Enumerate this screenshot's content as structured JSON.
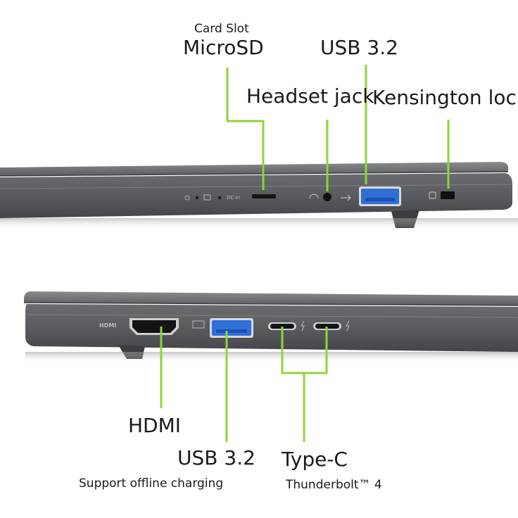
{
  "top_view": {
    "card_slot_caption": "Card Slot",
    "microsd_label": "MicroSD",
    "usb_label": "USB 3.2",
    "headset_label": "Headset jack",
    "kensington_label": "Kensington lock",
    "port_marking": "DC-in"
  },
  "bottom_view": {
    "hdmi_label": "HDMI",
    "hdmi_marking": "HDMI",
    "usb_label": "USB 3.2",
    "usb_caption": "Support offline charging",
    "typec_label": "Type-C",
    "typec_caption": "Thunderbolt™ 4"
  },
  "colors": {
    "callout_line": "#8fd436",
    "chassis": "#5f6063",
    "usb_blue": "#2f6fd8",
    "background": "#ffffff"
  }
}
